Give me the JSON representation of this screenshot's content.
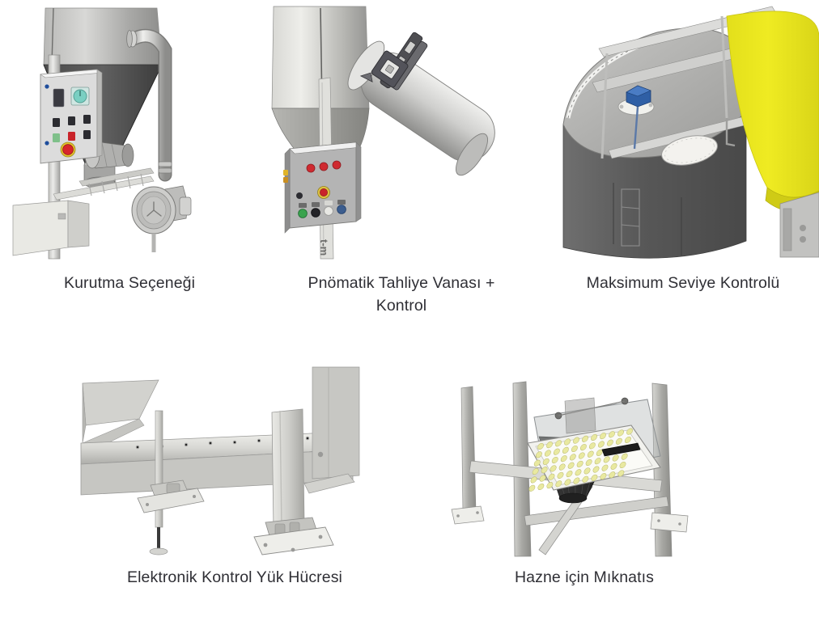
{
  "page": {
    "background_color": "#ffffff",
    "caption_color": "#2f2f35",
    "layout": "2-row grid of CAD product photos with captions",
    "language": "tr"
  },
  "palette": {
    "steel_light": "#e6e6e4",
    "steel_mid": "#c9c9c6",
    "steel_dark": "#8f8f8d",
    "hopper_dark": "#5a5a5a",
    "hopper_darker": "#3f4041",
    "panel_face": "#dcdcdc",
    "accent_yellow": "#ece81e",
    "magnet_yellow": "#e9e9a0",
    "sensor_blue": "#2f5fa5",
    "lamp_red": "#c9232a",
    "lamp_green": "#2f9b45",
    "gauge_teal": "#79cfc2",
    "stop_red": "#d8252a",
    "screw_blue": "#1f4e9c",
    "outline": "#6f6f6f"
  },
  "figures": [
    {
      "id": "fig-1",
      "name": "drying-option",
      "caption": "Kurutma Seçeneği",
      "caption_lines": [
        "Kurutma Seçeneği"
      ],
      "alt": "Silo konisi üzerinde kontrol panosu, kavisli boru ve fan körüğü",
      "parts": [
        "silo-cone",
        "control-panel",
        "curved-pipe",
        "blower-fan",
        "support-frame"
      ]
    },
    {
      "id": "fig-2",
      "name": "pneumatic-discharge-valve-and-control",
      "caption": "Pnömatik Tahliye Vanası +\nKontrol",
      "caption_lines": [
        "Pnömatik Tahliye Vanası +",
        "Kontrol"
      ],
      "alt": "Eğimli pnömatik tahliye borusu, aktüatör kelepçesi ve kontrol kutusu",
      "parts": [
        "silo-body",
        "diagonal-pipe",
        "actuator-clamp",
        "control-box"
      ]
    },
    {
      "id": "fig-3",
      "name": "maximum-level-control",
      "caption": "Maksimum Seviye Kontrolü",
      "caption_lines": [
        "Maksimum Seviye Kontrolü"
      ],
      "alt": "Silo üst kapağında mavi seviye sensörü, adam deliği ve sarı koni",
      "parts": [
        "silo-top",
        "level-sensor",
        "manhole-cover",
        "handrail",
        "yellow-cone"
      ]
    },
    {
      "id": "fig-4",
      "name": "electronic-control-load-cell",
      "caption": "Elektronik Kontrol Yük Hücresi",
      "caption_lines": [
        "Elektronik Kontrol Yük Hücresi"
      ],
      "alt": "Silo ayakları altında taban plakalı yük hücresi montajı",
      "parts": [
        "leg-column",
        "cross-beam",
        "load-cell-mount",
        "base-plate",
        "adjuster-rod"
      ]
    },
    {
      "id": "fig-5",
      "name": "magnet-for-hopper",
      "caption": "Hazne için Mıknatıs",
      "caption_lines": [
        "Hazne için Mıknatıs"
      ],
      "alt": "Hazne altında sarı mıknatıs ızgarası ve siyah tutamak",
      "parts": [
        "frame-legs",
        "hopper-cone",
        "magnet-grid-tray",
        "magnet-pins",
        "handle-bar"
      ]
    }
  ],
  "fig1_panel": {
    "name": "control-panel",
    "display": "lcd-display",
    "gauge": "round-gauge",
    "buttons_top_row": [
      "button-1",
      "button-2",
      "button-3"
    ],
    "buttons_bottom_row": [
      "button-green",
      "button-red",
      "button-dark"
    ],
    "emergency_stop": "emergency-stop-button",
    "screws": 4
  },
  "fig2_box": {
    "name": "control-box",
    "indicator_lamps": [
      "lamp-red-1",
      "lamp-red-2",
      "lamp-red-3"
    ],
    "selector": "selector-knob",
    "buttons": [
      "button-green",
      "button-black",
      "button-white",
      "button-blue"
    ],
    "side_lamps": [
      "side-lamp-amber",
      "side-lamp-amber-2"
    ]
  },
  "fig3_top": {
    "sensor": "level-sensor",
    "hatch": "manhole-cover",
    "rails": 3
  },
  "fig5_magnet": {
    "rows": 7,
    "cols": 11,
    "handle": "handle-bar"
  }
}
